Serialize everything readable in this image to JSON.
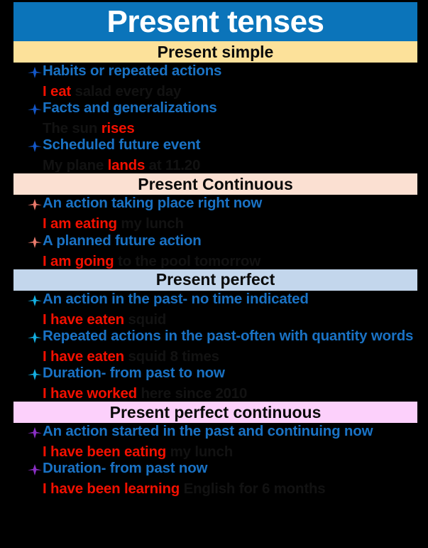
{
  "title": {
    "text": "Present tenses",
    "bar_color": "#0b74ba",
    "text_color": "#ffffff"
  },
  "colors": {
    "background": "#000000",
    "heading_text": "#1a72c4",
    "verb_highlight": "#f21000",
    "example_rest": "#121212"
  },
  "sections": [
    {
      "header": "Present simple",
      "header_bg": "#fce19a",
      "header_text_color": "#0a0a0a",
      "bullet_color": "#1457c8",
      "points": [
        {
          "heading": "Habits or repeated actions",
          "example_verb": "I eat",
          "example_rest": "salad every day"
        },
        {
          "heading": "Facts and generalizations",
          "example_prefix": "The sun",
          "example_verb": "rises",
          "example_rest": ""
        },
        {
          "heading": "Scheduled future event",
          "example_prefix": "My plane",
          "example_verb": "lands",
          "example_rest": "at 11.20"
        }
      ]
    },
    {
      "header": "Present Continuous",
      "header_bg": "#fbe0d2",
      "header_text_color": "#0a0a0a",
      "bullet_color": "#e8796b",
      "points": [
        {
          "heading": "An action taking place right now",
          "example_verb": "I am eating",
          "example_rest": "my lunch"
        },
        {
          "heading": "A planned future action",
          "example_verb": "I am going",
          "example_rest": "to the pool tomorrow"
        }
      ]
    },
    {
      "header": "Present perfect",
      "header_bg": "#c3d6ec",
      "header_text_color": "#0a0a0a",
      "bullet_color": "#14aee0",
      "points": [
        {
          "heading": "An action in the past- no time indicated",
          "example_verb": "I have eaten",
          "example_rest": "squid"
        },
        {
          "heading": "Repeated actions in the past-often with quantity words",
          "example_verb": "I have eaten",
          "example_rest": "squid 8 times"
        },
        {
          "heading": "Duration- from past to now",
          "example_verb": "I have worked",
          "example_rest": "here since 2010"
        }
      ]
    },
    {
      "header": "Present perfect continuous",
      "header_bg": "#fcd0fb",
      "header_text_color": "#0a0a0a",
      "bullet_color": "#8a2fc4",
      "points": [
        {
          "heading": "An action started in the past and continuing now",
          "example_verb": "I have been eating",
          "example_rest": "my lunch"
        },
        {
          "heading": "Duration- from past now",
          "example_verb": "I have been learning",
          "example_rest": "English for 6 months"
        }
      ]
    }
  ]
}
